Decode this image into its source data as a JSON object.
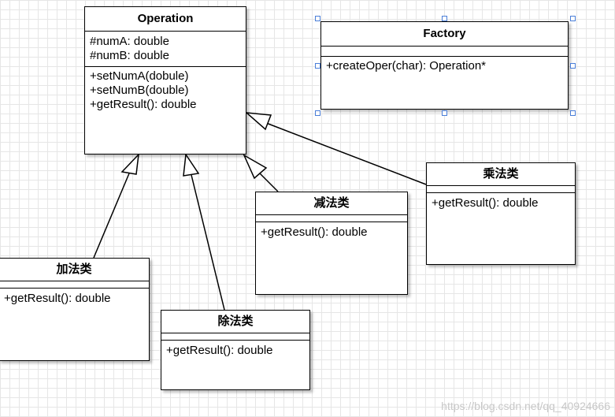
{
  "diagram": {
    "operation": {
      "title": "Operation",
      "attributes": [
        "#numA: double",
        "#numB: double"
      ],
      "methods": [
        "+setNumA(dobule)",
        "+setNumB(double)",
        "+getResult(): double"
      ]
    },
    "factory": {
      "title": "Factory",
      "methods": [
        "+createOper(char): Operation*"
      ]
    },
    "add": {
      "title": "加法类",
      "methods": [
        "+getResult(): double"
      ]
    },
    "sub": {
      "title": "减法类",
      "methods": [
        "+getResult(): double"
      ]
    },
    "mul": {
      "title": "乘法类",
      "methods": [
        "+getResult(): double"
      ]
    },
    "div": {
      "title": "除法类",
      "methods": [
        "+getResult(): double"
      ]
    }
  },
  "watermark": "https://blog.csdn.net/qq_40924666"
}
